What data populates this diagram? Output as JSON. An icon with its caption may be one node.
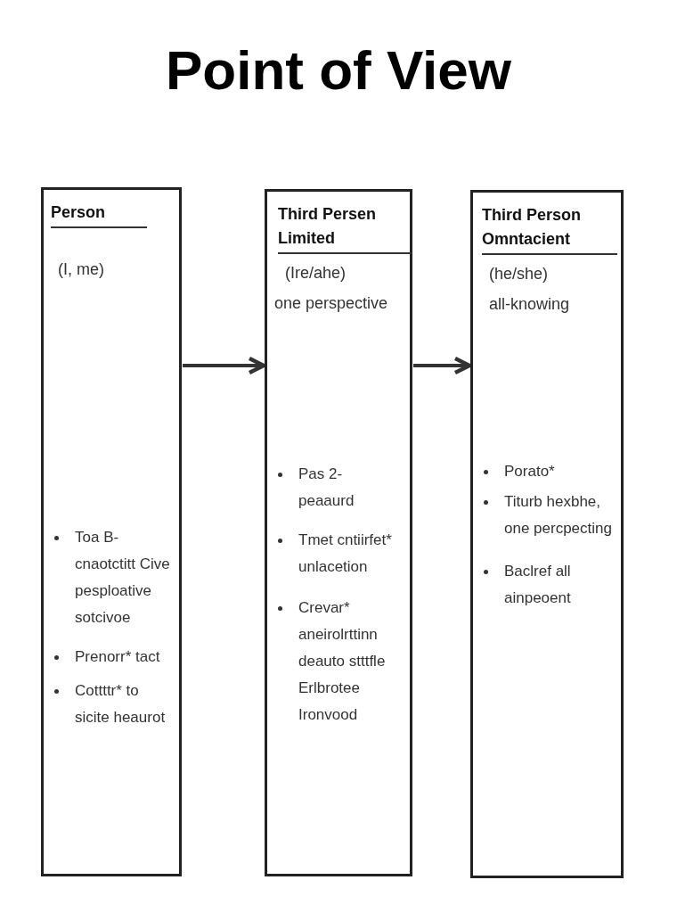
{
  "diagram": {
    "title": "Point of View",
    "nodes": [
      {
        "text": [
          "Person",
          "(I, me)",
          "Toa B- cnaotctitt Cive pesploative sotcivoe",
          "Prenorr* tact",
          "Cottttr* to sicite heaurot"
        ]
      },
      {
        "text": [
          "Third Persen Limited",
          "(Ire/ahe)",
          "one perspective",
          "Pas 2- peaaurd",
          "Tmet cntiirfet* unlacetion",
          "Crevar* aneirolrttinn deauto stttfle Erlbrotee Ironvood"
        ]
      },
      {
        "text": [
          "Third Person Omntacient",
          "(he/she)",
          "all-knowing",
          "Porato*",
          "Titurb hexbhe, one percpecting",
          "Baclref all ainpeoent"
        ]
      }
    ],
    "edges": [
      {
        "from": 0,
        "to": 1,
        "arrow": "to"
      },
      {
        "from": 1,
        "to": 2,
        "arrow": "to"
      }
    ]
  }
}
